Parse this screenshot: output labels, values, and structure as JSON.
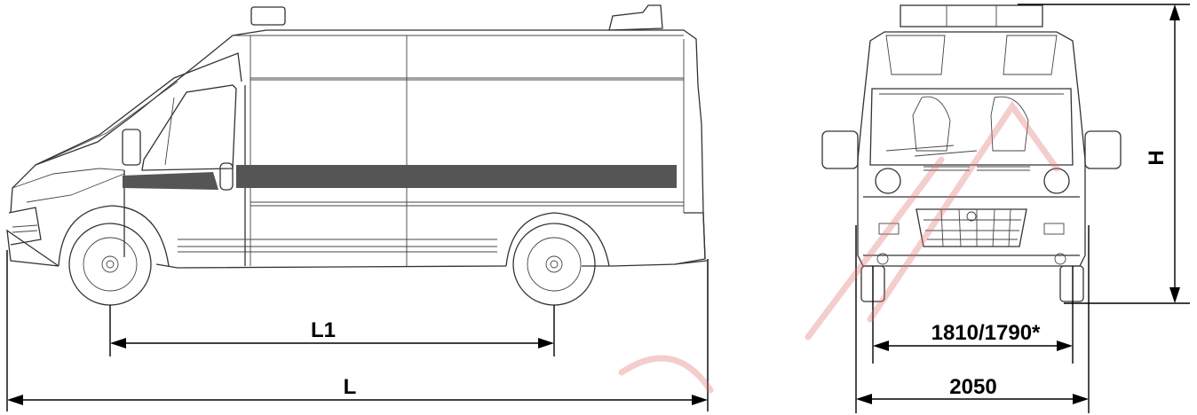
{
  "drawing": {
    "side_view": {
      "wheelbase_label": "L1",
      "length_label": "L"
    },
    "front_view": {
      "height_label": "H",
      "track_label": "1810/1790*",
      "width_label": "2050"
    }
  },
  "colors": {
    "line": "#333333",
    "stripe": "#555555",
    "background": "#ffffff",
    "watermark": "#e07070"
  }
}
